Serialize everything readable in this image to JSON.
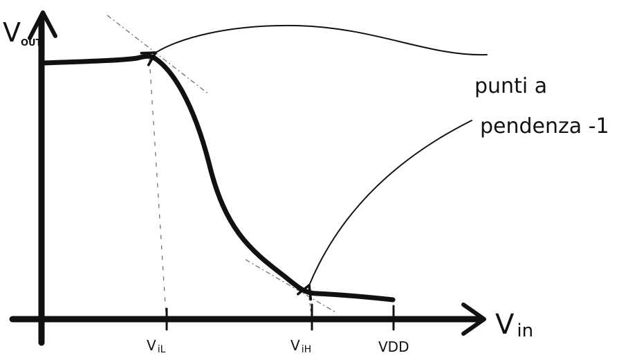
{
  "axes": {
    "y_label": {
      "main": "V",
      "sub": "OUT"
    },
    "x_label": {
      "main": "V",
      "sub": "in"
    }
  },
  "ticks": [
    {
      "key": "vil",
      "main": "V",
      "sub": "iL"
    },
    {
      "key": "vih",
      "main": "V",
      "sub": "iH"
    },
    {
      "key": "vdd",
      "main": "VDD"
    }
  ],
  "annotation": {
    "line1": "punti a",
    "line2": "pendenza -1"
  },
  "colors": {
    "ink": "#111111",
    "guide": "#666666",
    "background": "#ffffff"
  }
}
